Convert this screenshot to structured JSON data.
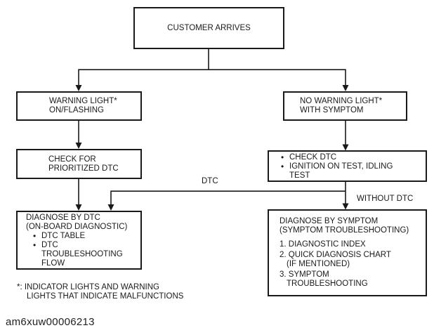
{
  "page": {
    "background_color": "#ffffff",
    "ink_color": "#1a1a1a"
  },
  "flowchart": {
    "bullet_glyph": "•",
    "nodes": {
      "customer": {
        "label": "CUSTOMER ARRIVES"
      },
      "warning": {
        "lines": [
          "WARNING LIGHT*",
          "ON/FLASHING"
        ]
      },
      "no_warning": {
        "lines": [
          "NO WARNING LIGHT*",
          "WITH SYMPTOM"
        ]
      },
      "check_prioritized": {
        "lines": [
          "CHECK FOR",
          "PRIORITIZED DTC"
        ]
      },
      "check_dtc": {
        "bullets": [
          [
            "CHECK DTC"
          ],
          [
            "IGNITION ON TEST, IDLING",
            "TEST"
          ]
        ]
      },
      "diagnose_dtc": {
        "lines": [
          "DIAGNOSE BY DTC",
          "(ON-BOARD DIAGNOSTIC)"
        ],
        "bullets": [
          [
            "DTC TABLE"
          ],
          [
            "DTC",
            "TROUBLESHOOTING",
            "FLOW"
          ]
        ]
      },
      "diagnose_symptom": {
        "lines": [
          "DIAGNOSE BY SYMPTOM",
          "(SYMPTOM TROUBLESHOOTING)"
        ],
        "items": [
          [
            "1. DIAGNOSTIC INDEX"
          ],
          [
            "2. QUICK DIAGNOSIS CHART",
            "(IF MENTIONED)"
          ],
          [
            "3. SYMPTOM",
            "TROUBLESHOOTING"
          ]
        ]
      }
    },
    "edge_labels": {
      "dtc": "DTC",
      "without_dtc": "WITHOUT DTC"
    },
    "footnote": {
      "line1": "*: INDICATOR LIGHTS AND WARNING",
      "line2": "LIGHTS THAT INDICATE MALFUNCTIONS"
    },
    "figure_id": "am6xuw00006213"
  }
}
